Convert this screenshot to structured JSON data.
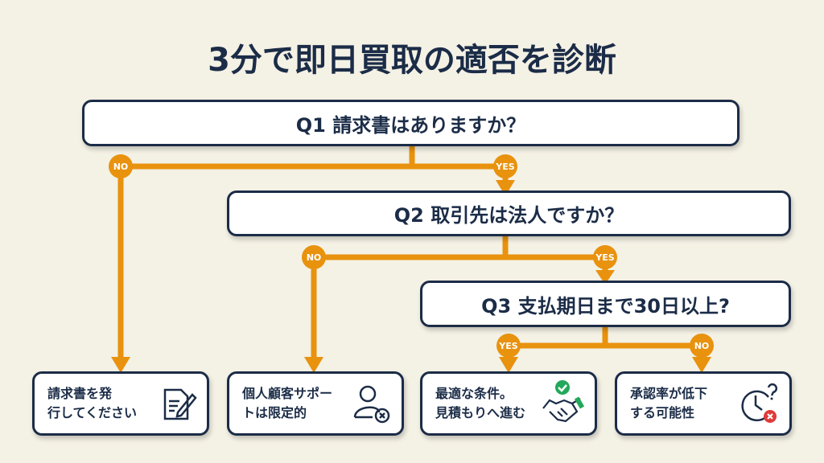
{
  "title": "3分で即日買取の適否を診断",
  "questions": [
    {
      "label": "Q1 請求書はありますか？",
      "yes": "YES",
      "no": "NO"
    },
    {
      "label": "Q2 取引先は法人ですか？",
      "yes": "YES",
      "no": "NO"
    },
    {
      "label": "Q3 支払期日まで30日以上?",
      "yes": "YES",
      "no": "NO"
    }
  ],
  "results": [
    {
      "text": "請求書を発\n行してください",
      "icon": "document-pen-icon"
    },
    {
      "text": "個人顧客サポー\nトは限定的",
      "icon": "user-x-icon"
    },
    {
      "text": "最適な条件。\n見積もりへ進む",
      "icon": "handshake-check-icon"
    },
    {
      "text": "承認率が低下\nする可能性",
      "icon": "clock-question-x-icon"
    }
  ],
  "colors": {
    "connector": "#e8920e",
    "navy": "#1b2c47",
    "background": "#f4f1e5",
    "success": "#22a85a",
    "error": "#e03a3a"
  }
}
